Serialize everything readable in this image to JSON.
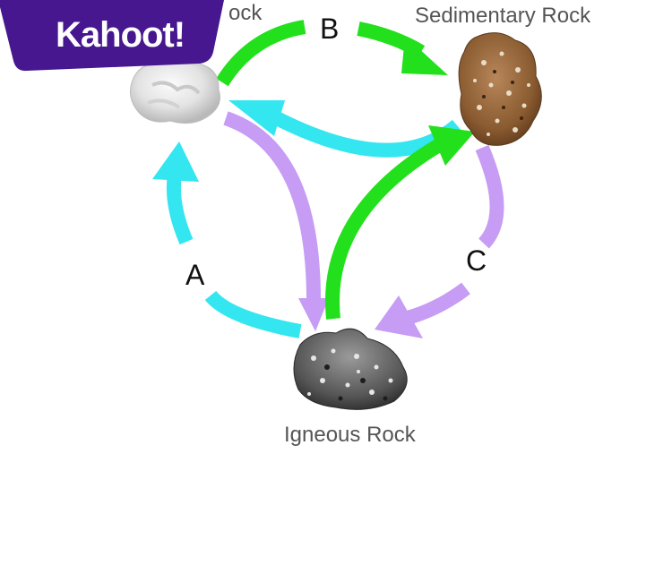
{
  "brand": {
    "logo_text": "Kahoot!",
    "logo_color": "#46178f"
  },
  "diagram": {
    "nodes": {
      "metamorphic_label_fragment": "ock",
      "sedimentary_label": "Sedimentary Rock",
      "igneous_label": "Igneous Rock"
    },
    "arrow_labels": {
      "a": "A",
      "b": "B",
      "c": "C"
    },
    "arrow_colors": {
      "green": "#22e01b",
      "cyan": "#33e6f0",
      "purple": "#c69cf4"
    }
  }
}
